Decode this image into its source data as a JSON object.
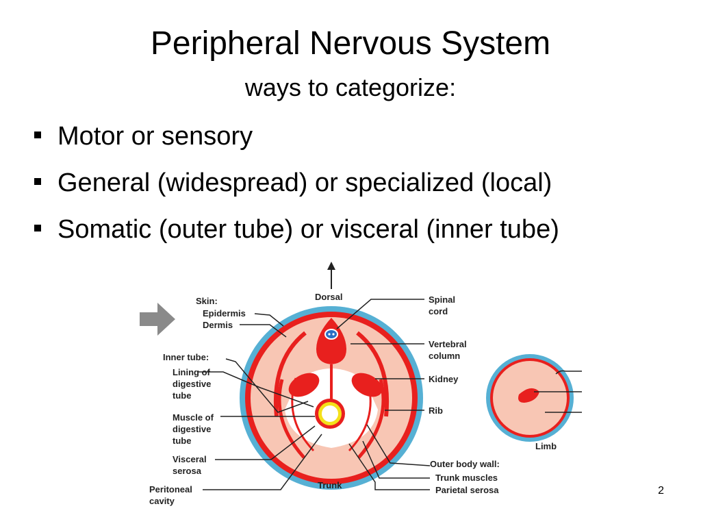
{
  "slide": {
    "title": "Peripheral Nervous System",
    "subtitle": "ways to categorize:",
    "bullets": [
      "Motor or sensory",
      "General (widespread) or specialized (local)",
      "Somatic (outer tube) or visceral (inner tube)"
    ],
    "page_number": "2"
  },
  "diagram": {
    "labels": {
      "dorsal": "Dorsal",
      "skin": "Skin:",
      "epidermis": "Epidermis",
      "dermis": "Dermis",
      "inner_tube": "Inner tube:",
      "lining_1": "Lining of",
      "lining_2": "digestive",
      "lining_3": "tube",
      "muscle_1": "Muscle of",
      "muscle_2": "digestive",
      "muscle_3": "tube",
      "visceral_1": "Visceral",
      "visceral_2": "serosa",
      "peritoneal_1": "Peritoneal",
      "peritoneal_2": "cavity",
      "trunk": "Trunk",
      "spinal_1": "Spinal",
      "spinal_2": "cord",
      "vertebral_1": "Vertebral",
      "vertebral_2": "column",
      "kidney": "Kidney",
      "rib": "Rib",
      "outer_body_wall": "Outer body wall:",
      "trunk_muscles": "Trunk muscles",
      "parietal_serosa": "Parietal serosa",
      "limb": "Limb"
    },
    "colors": {
      "skin_blue": "#56b0d4",
      "tissue_pink": "#f8c6b4",
      "muscle_red": "#e8201e",
      "yellow_lining": "#f4e01a",
      "arrow_gray": "#8a8a8a",
      "spinal_blue": "#2a6fc4"
    }
  }
}
